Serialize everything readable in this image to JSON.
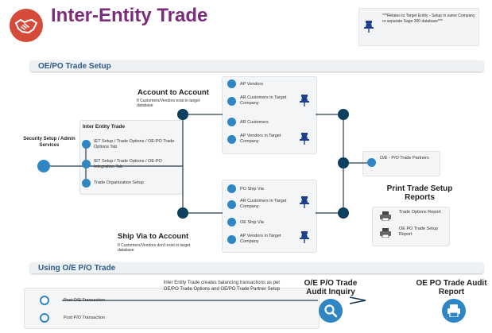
{
  "title": "Inter-Entity Trade",
  "note": "***Relates to Target Entity - Setup in same Company or separate Sage 300 database***",
  "sections": {
    "setup": "OE/PO Trade Setup",
    "using": "Using O/E P/O Trade"
  },
  "security": "Security Setup / Admin Services",
  "inter_entity": {
    "heading": "Inter Entity Trade",
    "items": [
      "IET Setup / Trade Options / OE-PO Trade Options Tab",
      "IET Setup / Trade Options / OE-PO Integration Tab",
      "Trade Organization Setup"
    ]
  },
  "account": {
    "heading": "Account to Account",
    "sub": "If Customers/Vendors exist in target database",
    "items": [
      {
        "label": "AP Vendors",
        "pin": false
      },
      {
        "label": "AR Customers in Target Company",
        "pin": true
      },
      {
        "label": "AR Customers",
        "pin": false
      },
      {
        "label": "AP Vendors in Target Company",
        "pin": true
      }
    ]
  },
  "shipvia": {
    "heading": "Ship Via to Account",
    "sub": "If Customers/Vendors don't exist in target database",
    "items": [
      {
        "label": "PO Ship Via",
        "pin": false
      },
      {
        "label": "AR Customers in Target Company",
        "pin": true
      },
      {
        "label": "OE Ship Via",
        "pin": false
      },
      {
        "label": "AP Vendors in Target Company",
        "pin": true
      }
    ]
  },
  "partners": "O/E - P/O Trade Partners",
  "reports": {
    "heading": "Print Trade Setup Reports",
    "items": [
      "Trade Options Report",
      "OE PO Trade Setup Report"
    ]
  },
  "using": {
    "items": [
      "Post O/E Transaction",
      "Post P/O Transaction"
    ],
    "description": "Inter Entity Trade creates balancing transactions as per OE/PO Trade Options and OE/PO Trade Partner Setup",
    "audit_inquiry": "O/E P/O Trade Audit Inquiry",
    "audit_report": "OE PO Trade Audit Report"
  },
  "colors": {
    "title": "#7b2d7a",
    "node": "#2f86c4",
    "junction": "#0d3f5f",
    "logo": "#d64a3a",
    "section": "#2e5a8a"
  }
}
